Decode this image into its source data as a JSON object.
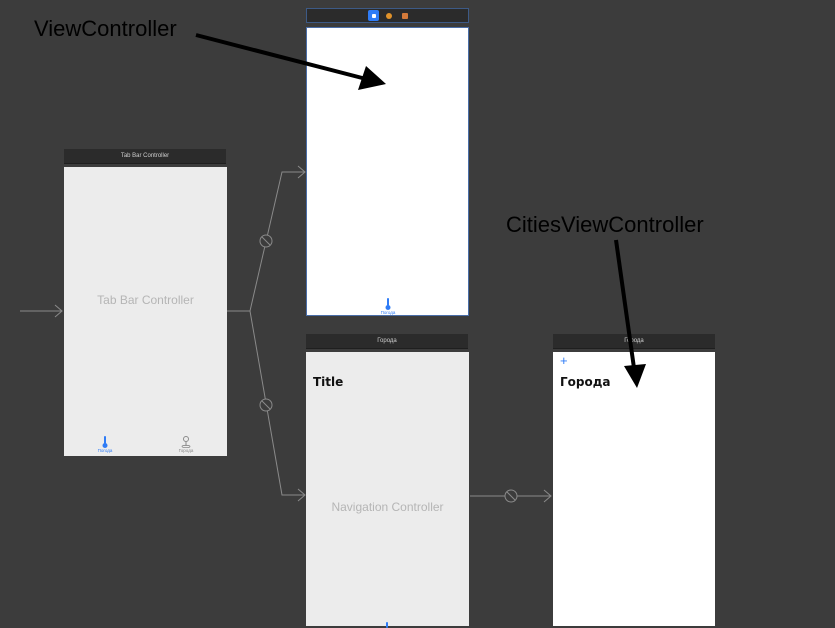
{
  "callouts": {
    "view_controller": "ViewController",
    "cities_view_controller": "CitiesViewController"
  },
  "tab_bar_scene": {
    "title": "Tab Bar Controller",
    "placeholder": "Tab Bar Controller",
    "tabs": [
      {
        "label": "Погода",
        "icon": "thermometer-icon",
        "selected": true
      },
      {
        "label": "Города",
        "icon": "map-pin-icon",
        "selected": false
      }
    ]
  },
  "view_controller_scene": {
    "tab_label": "Погода",
    "dock_icons": [
      "view-controller-icon",
      "first-responder-icon",
      "exit-icon"
    ]
  },
  "navigation_scene": {
    "title": "Города",
    "nav_title": "Title",
    "placeholder": "Navigation Controller"
  },
  "cities_scene": {
    "title": "Города",
    "nav_title": "Города",
    "add_button": "+"
  },
  "colors": {
    "canvas": "#3c3c3c",
    "scene_bar": "#2b2b2b",
    "accent": "#2f7cf6",
    "connector": "#8a8a8a",
    "placeholder_bg": "#ececec"
  }
}
